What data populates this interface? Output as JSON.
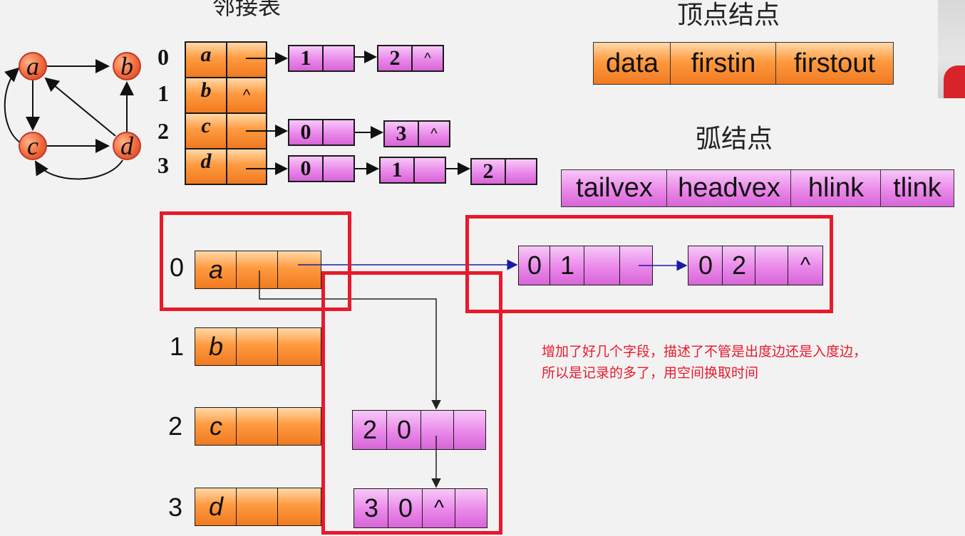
{
  "graph": {
    "nodes": [
      "a",
      "b",
      "c",
      "d"
    ]
  },
  "adjacency_list": {
    "title": "邻接表",
    "indices": [
      "0",
      "1",
      "2",
      "3"
    ],
    "vertices": [
      "a",
      "b",
      "c",
      "d"
    ],
    "null_symbol": "^",
    "row0_nodes": [
      "1",
      "2"
    ],
    "row2_nodes": [
      "0",
      "3"
    ],
    "row3_nodes": [
      "0",
      "1",
      "2"
    ]
  },
  "vertex_node": {
    "title": "顶点结点",
    "fields": [
      "data",
      "firstin",
      "firstout"
    ]
  },
  "arc_node": {
    "title": "弧结点",
    "fields": [
      "tailvex",
      "headvex",
      "hlink",
      "tlink"
    ]
  },
  "orthogonal": {
    "indices": [
      "0",
      "1",
      "2",
      "3"
    ],
    "vertices": [
      "a",
      "b",
      "c",
      "d"
    ],
    "arc_01": [
      "0",
      "1",
      "",
      ""
    ],
    "arc_02": [
      "0",
      "2",
      "",
      "^"
    ],
    "arc_20": [
      "2",
      "0",
      "",
      ""
    ],
    "arc_30": [
      "3",
      "0",
      "^",
      ""
    ]
  },
  "annotation": {
    "line1": "增加了好几个字段，描述了不管是出度边还是入度边，",
    "line2": "所以是记录的多了，用空间换取时间"
  },
  "colors": {
    "highlight": "#e8192c",
    "arrow": "#1a1aa8",
    "vertex_fill": "#f59a45",
    "arc_fill": "#e98ae9"
  }
}
